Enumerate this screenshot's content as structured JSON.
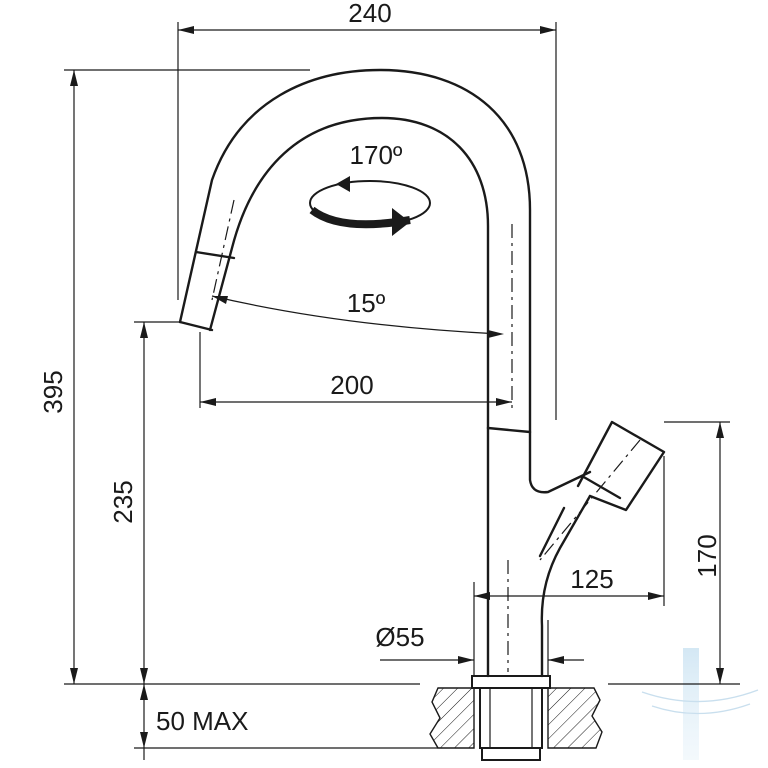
{
  "dimensions": {
    "overall_width": "240",
    "overall_height": "395",
    "rotation": "170º",
    "spray_angle": "15º",
    "spout_reach": "200",
    "spout_height": "235",
    "lever_offset": "125",
    "lever_height": "170",
    "body_diameter": "Ø55",
    "worktop_thickness": "50 MAX"
  },
  "colors": {
    "line": "#1a1a1a",
    "watermark": "#b9d7ea"
  }
}
